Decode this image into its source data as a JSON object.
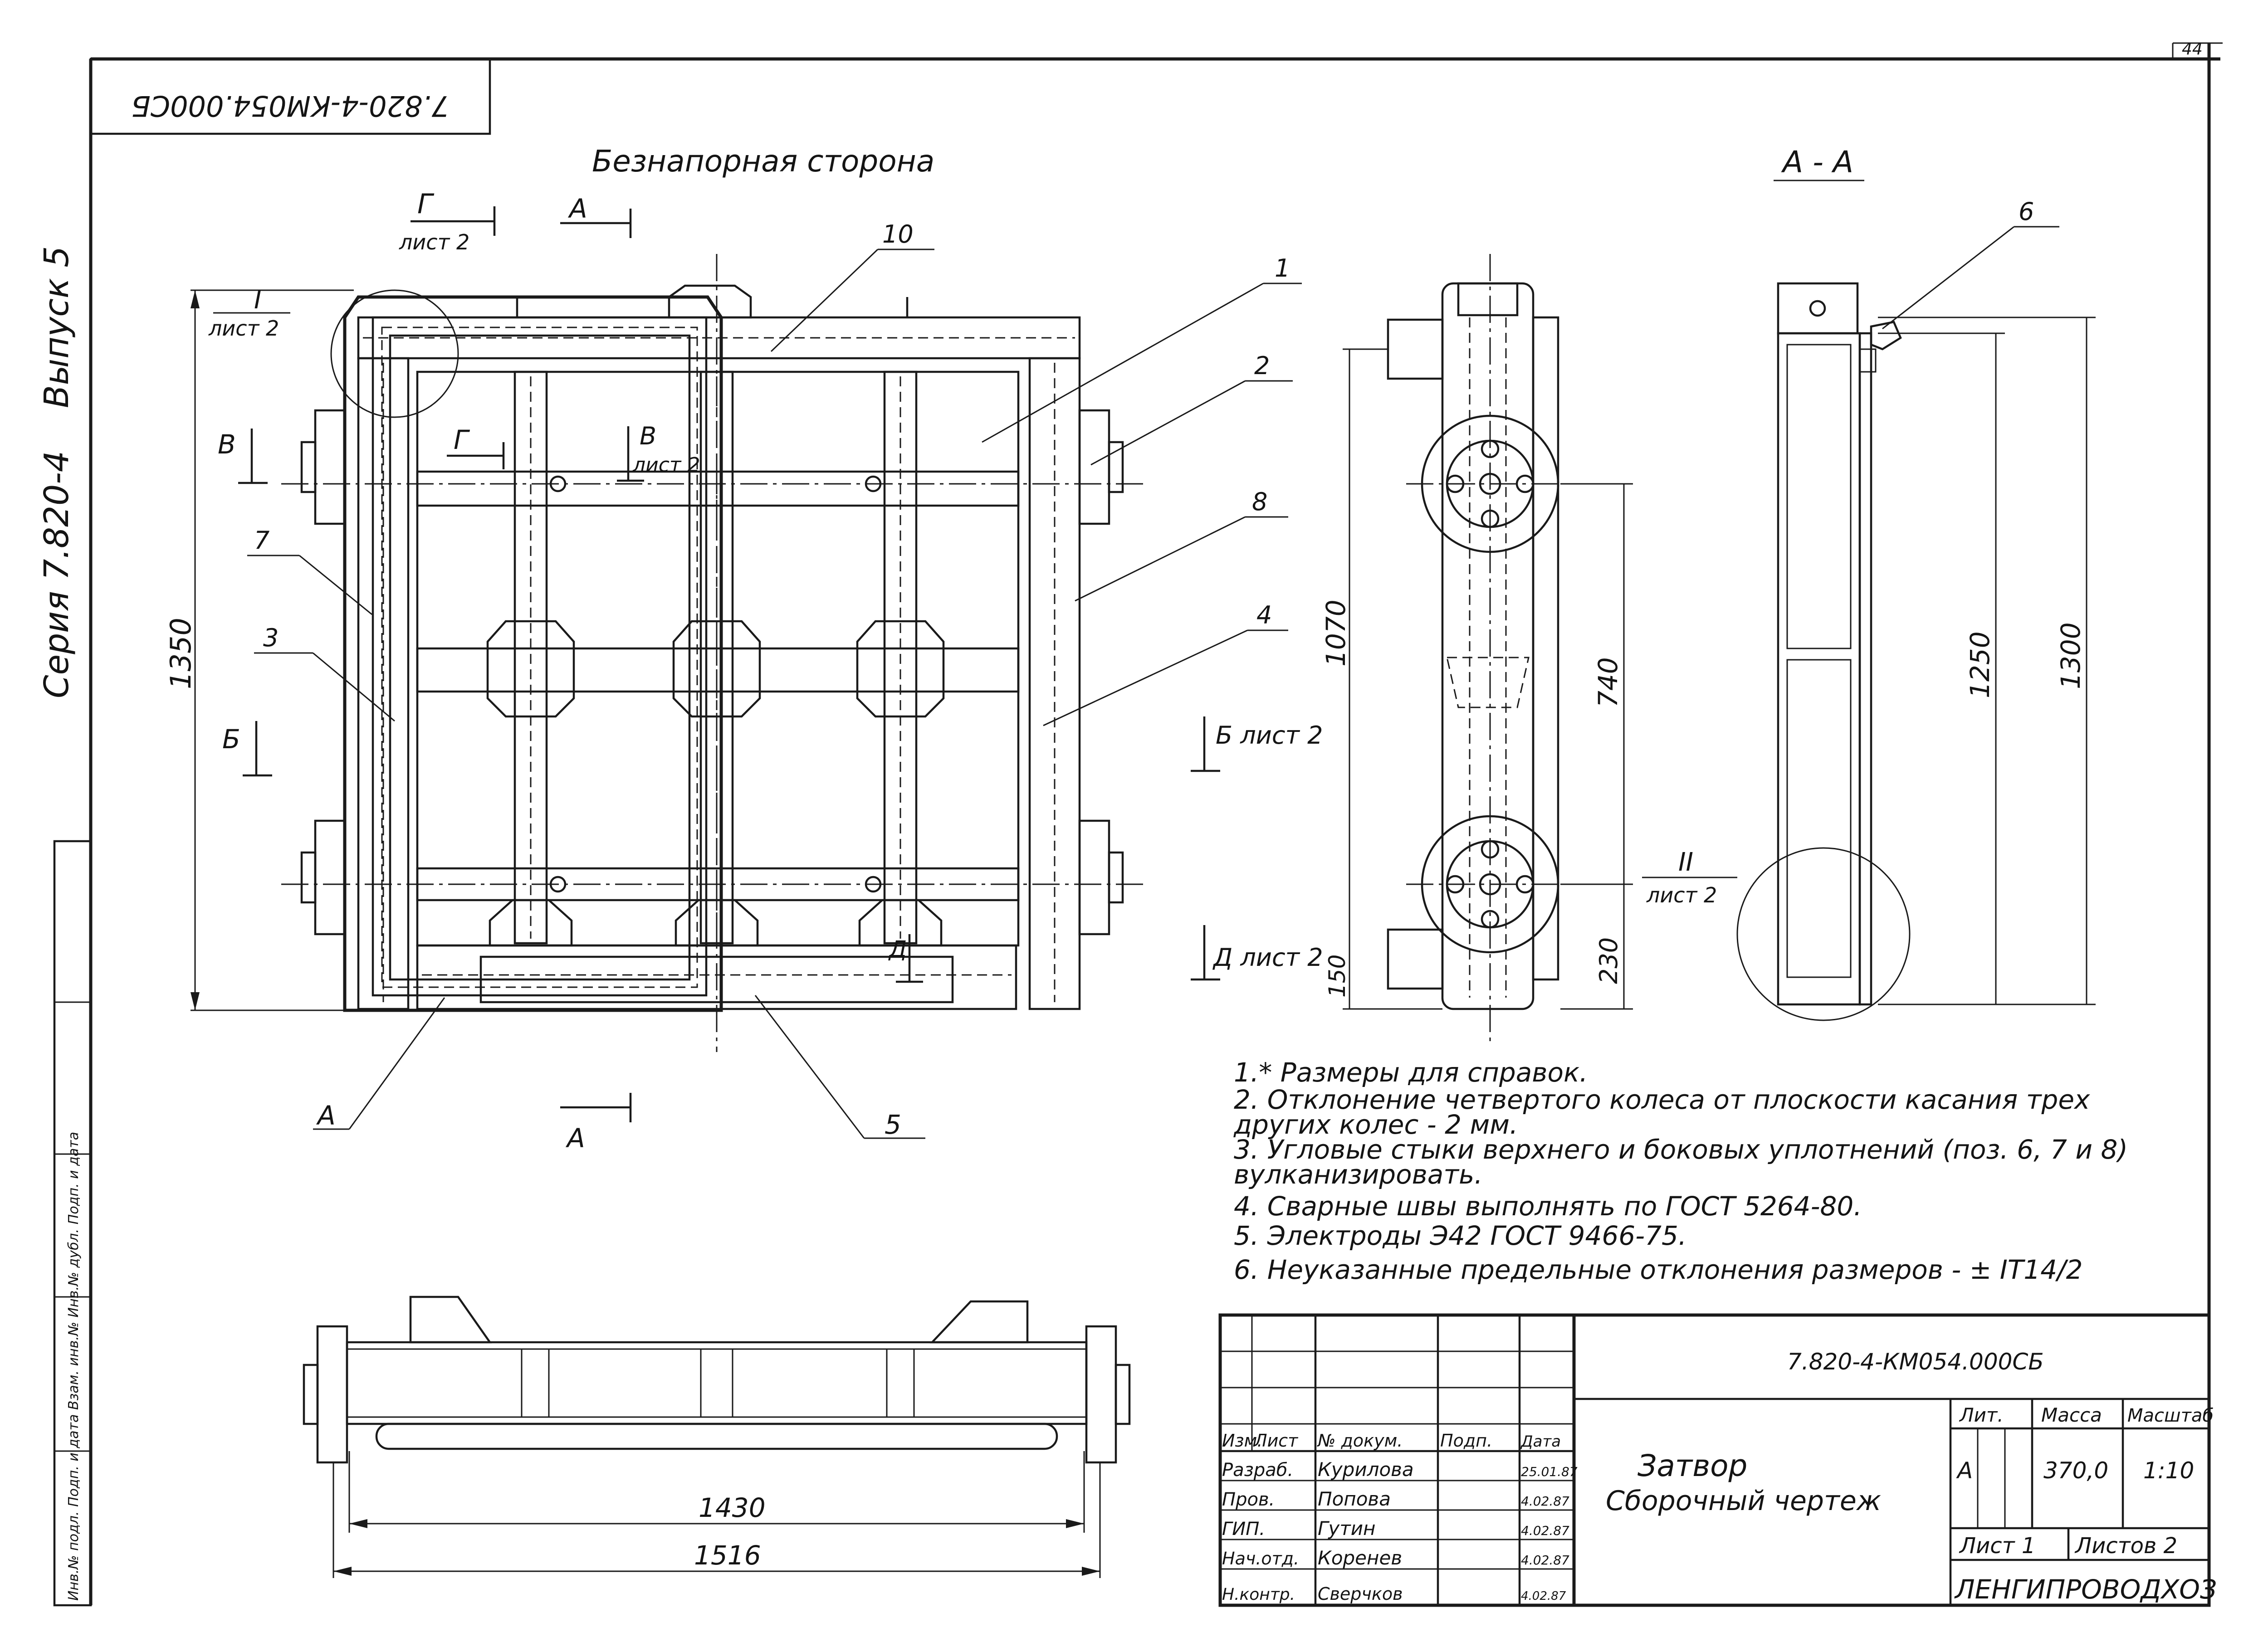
{
  "sheet": {
    "page_number": "44",
    "rotated_code": "7.820-4-КМ054.000СБ",
    "series_label": "Серия 7.820-4",
    "issue_label": "Выпуск 5",
    "margin_stamp": "Инв.№ подл.   Подп. и дата   Взам. инв.№   Инв.№ дубл.   Подп. и дата"
  },
  "front_view": {
    "title": "Безнапорная сторона",
    "section_g": "Г",
    "sheet2": "лист 2",
    "section_a": "А",
    "detail_I": "I",
    "detail_I_sheet": "лист 2",
    "section_v": "В",
    "section_v2": "В",
    "section_v2_sheet": "лист 2",
    "section_g2": "Г",
    "section_b": "Б",
    "section_b2": "Б лист 2",
    "section_d": "Д",
    "section_d2": "Д лист 2",
    "section_a_bottom": "А",
    "dim_height": "1350",
    "pos_A": "А"
  },
  "positions": [
    "1",
    "2",
    "3",
    "4",
    "5",
    "7",
    "8",
    "10"
  ],
  "side_view": {
    "dim_1070": "1070",
    "dim_740": "740",
    "dim_230": "230",
    "dim_150": "150"
  },
  "section_aa": {
    "title": "А - А",
    "pos_6": "6",
    "dim_1250": "1250",
    "dim_1300": "1300",
    "detail_II": "II",
    "detail_II_sheet": "лист 2"
  },
  "bottom_view": {
    "dim_1430": "1430",
    "dim_1516": "1516"
  },
  "notes": [
    "1.* Размеры для справок.",
    "2. Отклонение четвертого колеса от плоскости касания трех",
    "    других колес - 2 мм.",
    "3. Угловые стыки верхнего и боковых уплотнений (поз. 6, 7 и 8)",
    "    вулканизировать.",
    "4. Сварные швы выполнять по ГОСТ 5264-80.",
    "5. Электроды Э42 ГОСТ 9466-75.",
    "6. Неуказанные предельные отклонения размеров - ± IT14/2"
  ],
  "title_block": {
    "code": "7.820-4-КМ054.000СБ",
    "name_line1": "Затвор",
    "name_line2": "Сборочный чертеж",
    "headers": [
      "Изм.",
      "Лист",
      "№ докум.",
      "Подп.",
      "Дата"
    ],
    "people": [
      {
        "role": "Разраб.",
        "name": "Курилова",
        "date": "25.01.87"
      },
      {
        "role": "Пров.",
        "name": "Попова",
        "date": "4.02.87"
      },
      {
        "role": "ГИП.",
        "name": "Гутин",
        "date": "4.02.87"
      },
      {
        "role": "Нач.отд.",
        "name": "Коренев",
        "date": "4.02.87"
      },
      {
        "role": "Н.контр.",
        "name": "Сверчков",
        "date": "4.02.87"
      }
    ],
    "lit_header": "Лит.",
    "mass_header": "Масса",
    "scale_header": "Масштаб",
    "lit": "А",
    "mass": "370,0",
    "scale": "1:10",
    "sheet": "Лист 1",
    "sheets": "Листов 2",
    "org": "ЛЕНГИПРОВОДХОЗ"
  }
}
